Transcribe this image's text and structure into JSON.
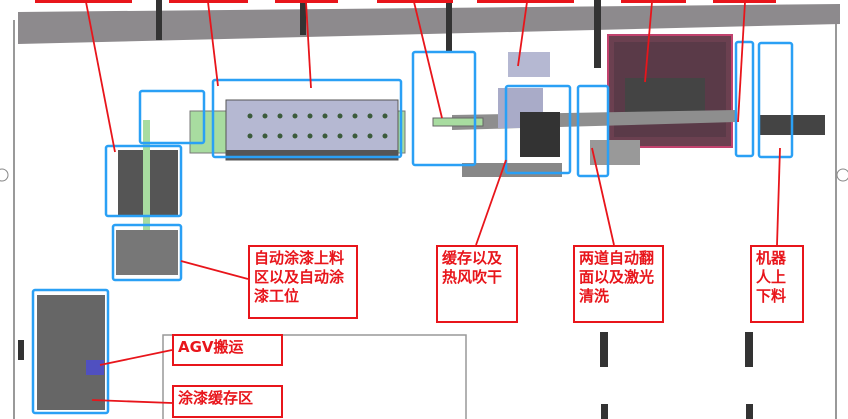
{
  "labels": {
    "coating": "自动涂漆上料区以及自动涂漆工位",
    "buffer_dry": "缓存以及热风吹干",
    "flip_laser": "两道自动翻面以及激光清洗",
    "robot": "机器人上下料",
    "agv": "AGV搬运",
    "paint_buffer": "涂漆缓存区"
  },
  "colors": {
    "annotation": "#e8151b",
    "zone_box": "#2aa0f5",
    "conveyor": "#a8dca0",
    "oven": "#b5b8d2",
    "frame": "#c2426e"
  }
}
